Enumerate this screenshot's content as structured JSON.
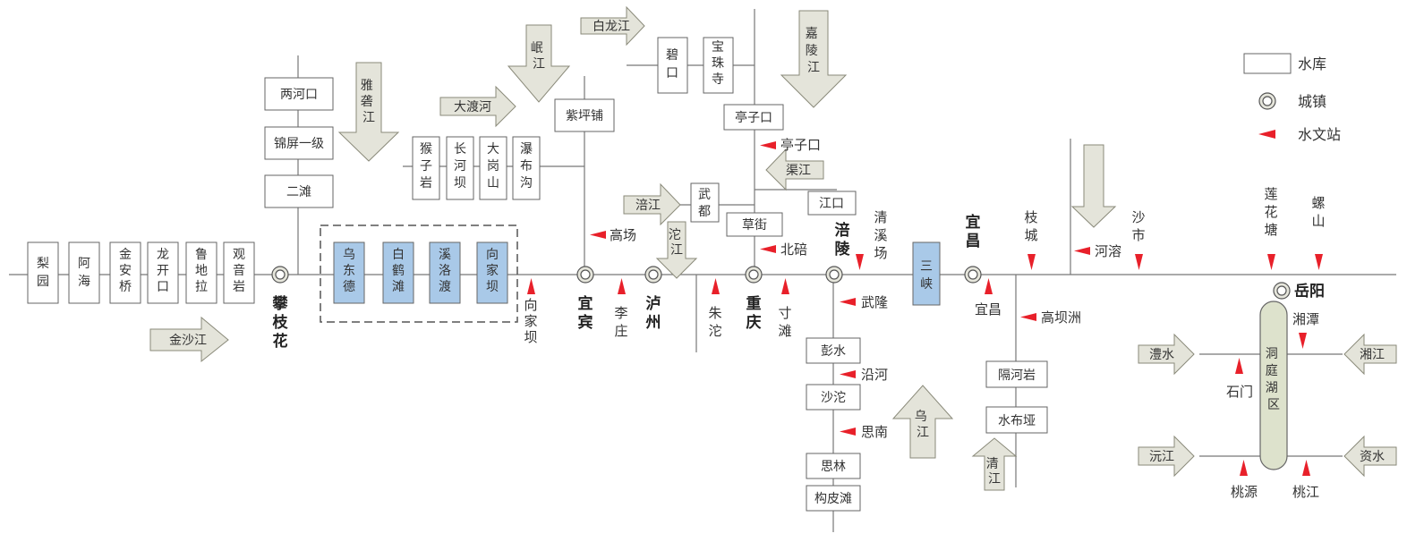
{
  "legend": {
    "reservoir": "水库",
    "town": "城镇",
    "station": "水文站"
  },
  "rivers": {
    "jinsha": "金沙江",
    "yalong": "雅砻江",
    "dadu": "大渡河",
    "min": "岷江",
    "bailong": "白龙江",
    "jialing": "嘉陵江",
    "qu": "渠江",
    "fu": "涪江",
    "tuo": "沱江",
    "wu": "乌江",
    "qing": "清江",
    "lou": "澧水",
    "xiang": "湘江",
    "yuan": "沅江",
    "zi": "资水",
    "dongting": "洞庭湖区"
  },
  "reservoirs": {
    "liyuan": "梨园",
    "ahai": "阿海",
    "jinanqiao": "金安桥",
    "longkaikou": "龙开口",
    "ludila": "鲁地拉",
    "guanyinyan": "观音岩",
    "lianghekou": "两河口",
    "jinpingyiji": "锦屏一级",
    "ertan": "二滩",
    "wudongde": "乌东德",
    "baihetan": "白鹤滩",
    "xiluodu": "溪洛渡",
    "xiangjiaba": "向家坝",
    "houziyan": "猴子岩",
    "changheba": "长河坝",
    "dagangshan": "大岗山",
    "pubugou": "瀑布沟",
    "zipingpu": "紫坪铺",
    "bikou": "碧口",
    "baozhusi": "宝珠寺",
    "tingzikou": "亭子口",
    "wudu": "武都",
    "caojie": "草街",
    "jiangkou": "江口",
    "sanxia": "三峡",
    "pengshui": "彭水",
    "shatuo": "沙沱",
    "silin": "思林",
    "goupitan": "构皮滩",
    "geheyan": "隔河岩",
    "shuibuya": "水布垭"
  },
  "towns": {
    "panzhihua": "攀枝花",
    "yibin": "宜宾",
    "luzhou": "泸州",
    "chongqing": "重庆",
    "fuling": "涪陵",
    "yichang": "宜昌",
    "yueyang": "岳阳"
  },
  "stations": {
    "xiangjiaba": "向家坝",
    "gaochang": "高场",
    "lizhuang": "李庄",
    "zhutuo": "朱沱",
    "tingzikou": "亭子口",
    "beibei": "北碚",
    "cuntan": "寸滩",
    "qingxichang": "清溪场",
    "wulong": "武隆",
    "yanhe": "沿河",
    "sinan": "思南",
    "yichang": "宜昌",
    "zhicheng": "枝城",
    "gaobazhou": "高坝洲",
    "herong": "河溶",
    "shashi": "沙市",
    "lianhuatang": "莲花塘",
    "luoshan": "螺山",
    "shimen": "石门",
    "xiangtan": "湘潭",
    "taoyuan": "桃源",
    "taojiang": "桃江"
  }
}
